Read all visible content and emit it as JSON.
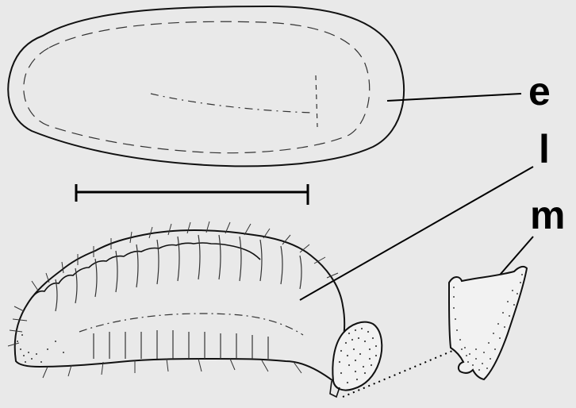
{
  "figure": {
    "background": "#e9e9e9",
    "ink": "#000000",
    "labels": {
      "egg": "e",
      "larva": "l",
      "mandible": "m"
    }
  }
}
